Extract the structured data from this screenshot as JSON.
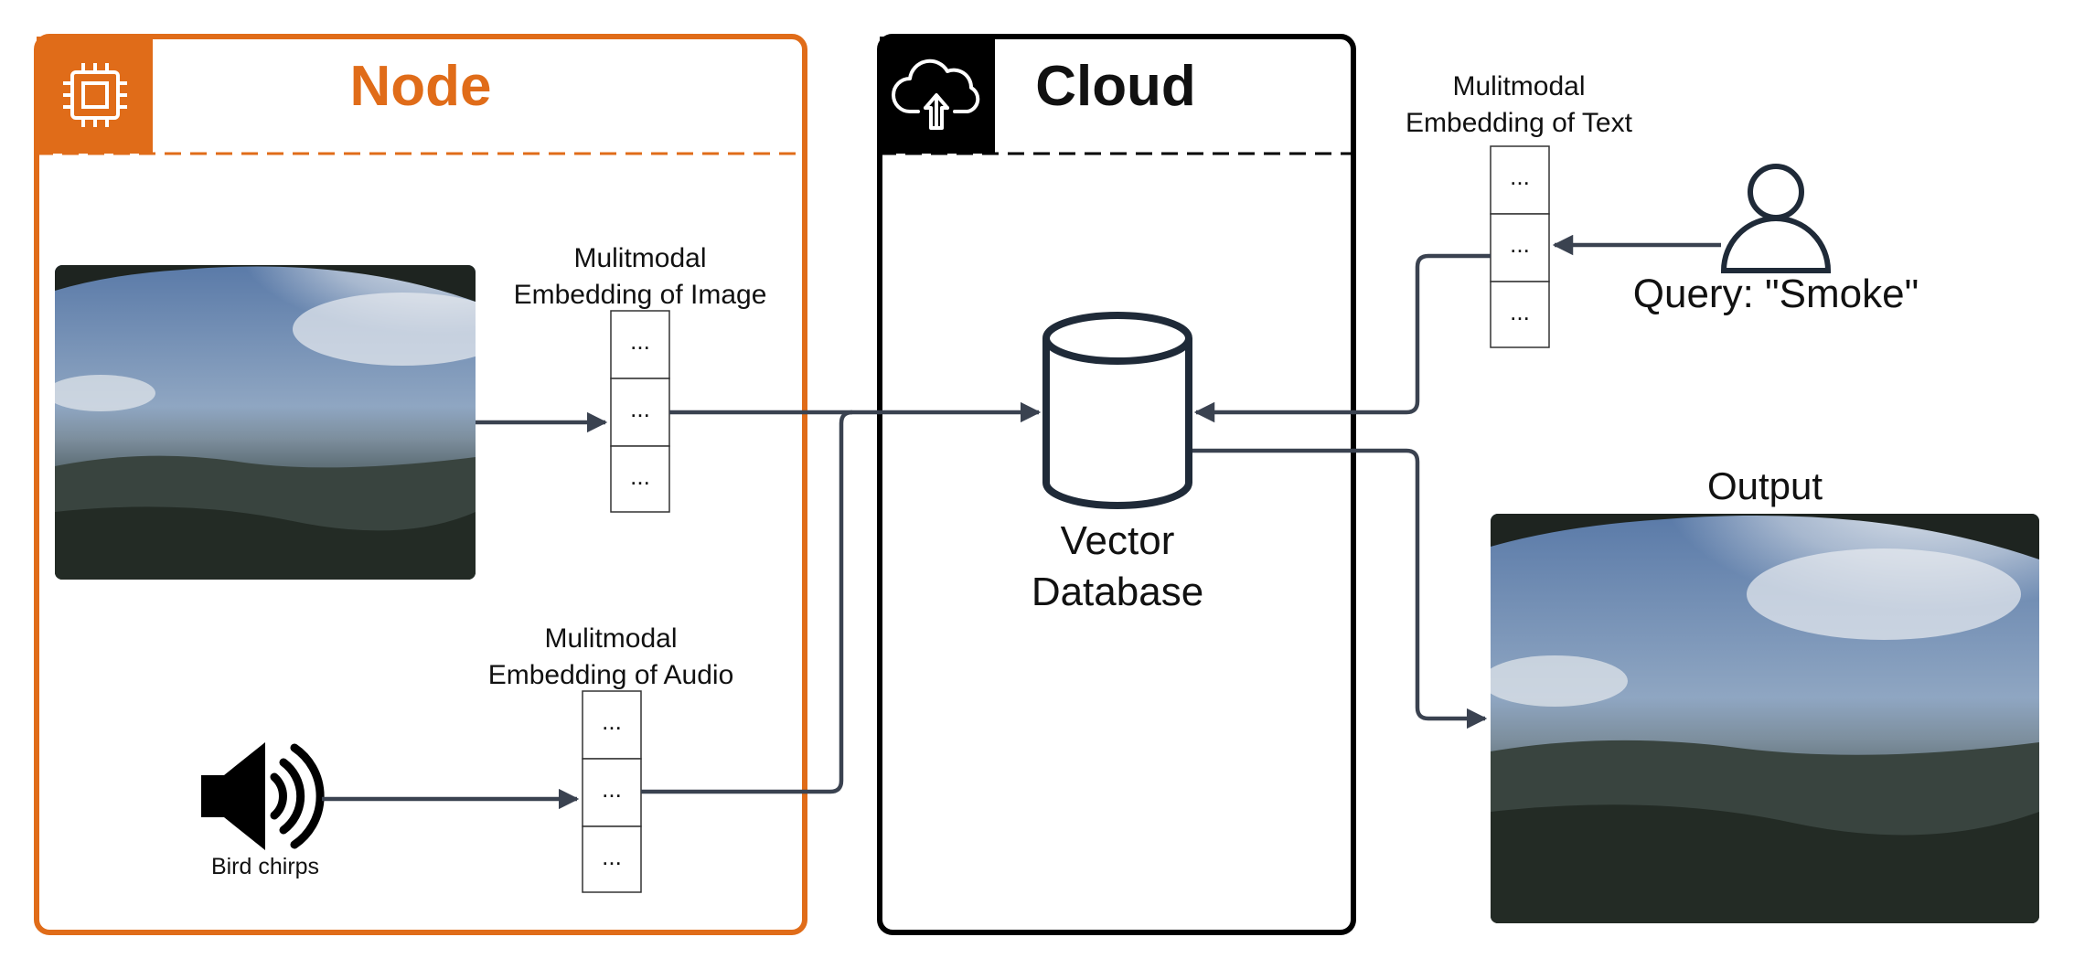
{
  "node_panel": {
    "title": "Node",
    "accent_color": "#e06c19",
    "icon": "cpu-chip-icon"
  },
  "cloud_panel": {
    "title": "Cloud",
    "accent_color": "#000000",
    "icon": "cloud-upload-icon"
  },
  "image_embedding": {
    "label_line1": "Mulitmodal",
    "label_line2": "Embedding of Image",
    "cells": [
      "...",
      "...",
      "..."
    ]
  },
  "audio_embedding": {
    "label_line1": "Mulitmodal",
    "label_line2": "Embedding of Audio",
    "cells": [
      "...",
      "...",
      "..."
    ]
  },
  "text_embedding": {
    "label_line1": "Mulitmodal",
    "label_line2": "Embedding of Text",
    "cells": [
      "...",
      "...",
      "..."
    ]
  },
  "audio_source": {
    "label": "Bird chirps",
    "icon": "speaker-icon"
  },
  "database": {
    "label_line1": "Vector",
    "label_line2": "Database",
    "icon": "database-cylinder-icon"
  },
  "query": {
    "label": "Query: \"Smoke\"",
    "icon": "user-icon"
  },
  "output": {
    "label": "Output"
  },
  "edge_color": "#3a4250"
}
